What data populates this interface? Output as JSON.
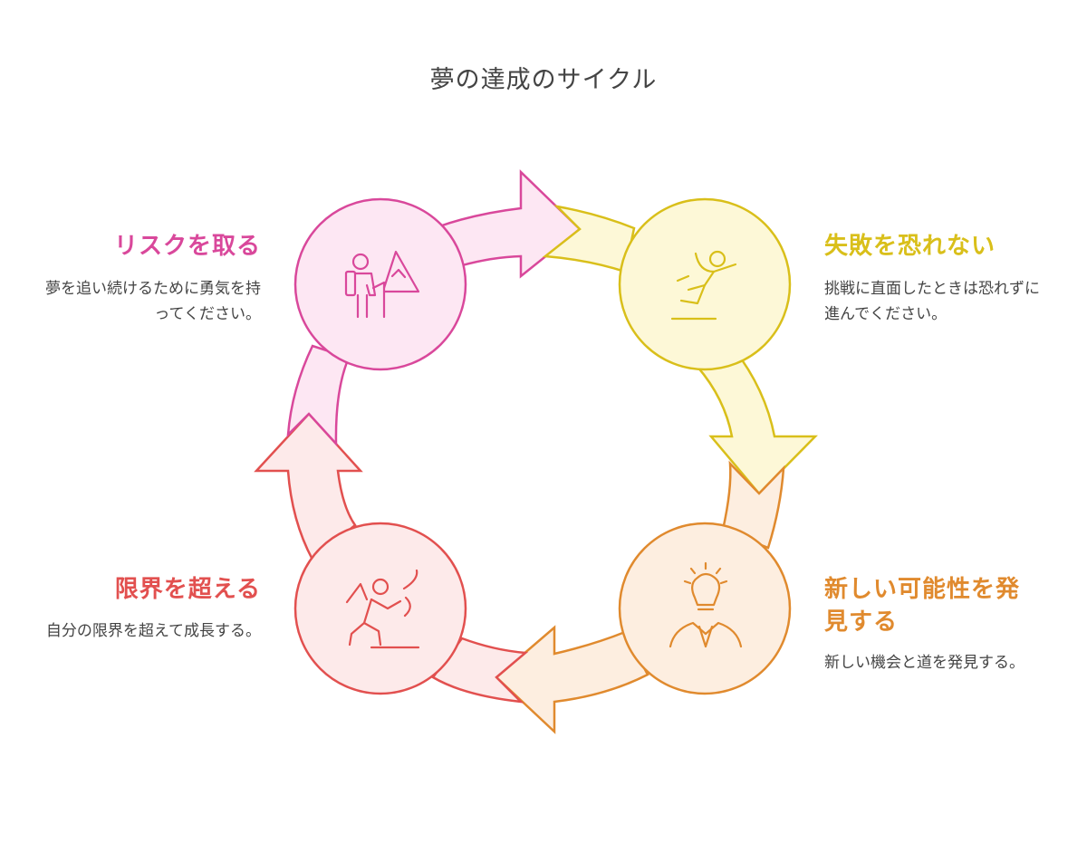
{
  "title": "夢の達成のサイクル",
  "steps": [
    {
      "heading": "リスクを取る",
      "desc": "夢を追い続けるために勇気を持ってください。",
      "color": "#d9489b",
      "icon": "hiker-mountain-icon"
    },
    {
      "heading": "失敗を恐れない",
      "desc": "挑戦に直面したときは恐れずに進んでください。",
      "color": "#d9bf1a",
      "icon": "falling-person-icon"
    },
    {
      "heading": "新しい可能性を発見する",
      "desc": "新しい機会と道を発見する。",
      "color": "#e08a2e",
      "icon": "lightbulb-person-icon"
    },
    {
      "heading": "限界を超える",
      "desc": "自分の限界を超えて成長する。",
      "color": "#e2504f",
      "icon": "climber-icon"
    }
  ]
}
